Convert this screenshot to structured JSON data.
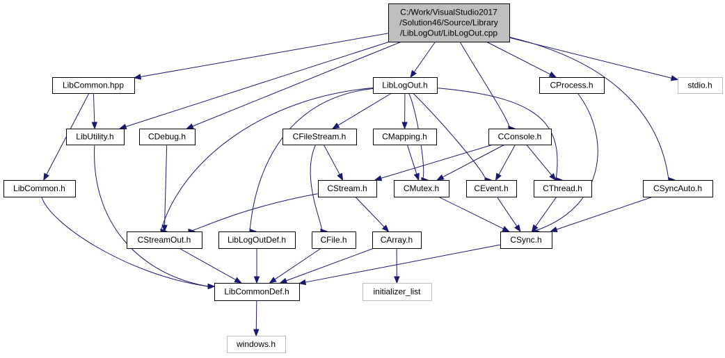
{
  "colors": {
    "edge": "#191970",
    "root_fill": "#bfbfbf",
    "node_fill": "#ffffff",
    "node_border": "#000000",
    "external_border": "#bfbfbf"
  },
  "nodes": [
    {
      "id": "root",
      "lines": [
        "C:/Work/VisualStudio2017",
        "/Solution46/Source/Library",
        "/LibLogOut/LibLogOut.cpp"
      ],
      "style": "root"
    },
    {
      "id": "libcommon_hpp",
      "lines": [
        "LibCommon.hpp"
      ],
      "style": "normal"
    },
    {
      "id": "liblogout_h",
      "lines": [
        "LibLogOut.h"
      ],
      "style": "normal"
    },
    {
      "id": "cprocess_h",
      "lines": [
        "CProcess.h"
      ],
      "style": "normal"
    },
    {
      "id": "stdio_h",
      "lines": [
        "stdio.h"
      ],
      "style": "external"
    },
    {
      "id": "libutility_h",
      "lines": [
        "LibUtility.h"
      ],
      "style": "normal"
    },
    {
      "id": "cdebug_h",
      "lines": [
        "CDebug.h"
      ],
      "style": "normal"
    },
    {
      "id": "cfilestream_h",
      "lines": [
        "CFileStream.h"
      ],
      "style": "normal"
    },
    {
      "id": "cmapping_h",
      "lines": [
        "CMapping.h"
      ],
      "style": "normal"
    },
    {
      "id": "cconsole_h",
      "lines": [
        "CConsole.h"
      ],
      "style": "normal"
    },
    {
      "id": "libcommon_h",
      "lines": [
        "LibCommon.h"
      ],
      "style": "normal"
    },
    {
      "id": "cstream_h",
      "lines": [
        "CStream.h"
      ],
      "style": "normal"
    },
    {
      "id": "cmutex_h",
      "lines": [
        "CMutex.h"
      ],
      "style": "normal"
    },
    {
      "id": "cevent_h",
      "lines": [
        "CEvent.h"
      ],
      "style": "normal"
    },
    {
      "id": "cthread_h",
      "lines": [
        "CThread.h"
      ],
      "style": "normal"
    },
    {
      "id": "csyncauto_h",
      "lines": [
        "CSyncAuto.h"
      ],
      "style": "normal"
    },
    {
      "id": "cstreamout_h",
      "lines": [
        "CStreamOut.h"
      ],
      "style": "normal"
    },
    {
      "id": "liblogoutdef_h",
      "lines": [
        "LibLogOutDef.h"
      ],
      "style": "normal"
    },
    {
      "id": "cfile_h",
      "lines": [
        "CFile.h"
      ],
      "style": "normal"
    },
    {
      "id": "carray_h",
      "lines": [
        "CArray.h"
      ],
      "style": "normal"
    },
    {
      "id": "csync_h",
      "lines": [
        "CSync.h"
      ],
      "style": "normal"
    },
    {
      "id": "libcommondef_h",
      "lines": [
        "LibCommonDef.h"
      ],
      "style": "normal"
    },
    {
      "id": "initializer_list",
      "lines": [
        "initializer_list"
      ],
      "style": "external"
    },
    {
      "id": "windows_h",
      "lines": [
        "windows.h"
      ],
      "style": "external"
    }
  ],
  "edges": [
    {
      "from": "root",
      "to": "libcommon_hpp"
    },
    {
      "from": "root",
      "to": "libutility_h"
    },
    {
      "from": "root",
      "to": "cdebug_h"
    },
    {
      "from": "root",
      "to": "liblogout_h"
    },
    {
      "from": "root",
      "to": "cconsole_h"
    },
    {
      "from": "root",
      "to": "cprocess_h"
    },
    {
      "from": "root",
      "to": "csyncauto_h"
    },
    {
      "from": "root",
      "to": "stdio_h"
    },
    {
      "from": "libcommon_hpp",
      "to": "libutility_h"
    },
    {
      "from": "libcommon_hpp",
      "to": "libcommon_h"
    },
    {
      "from": "liblogout_h",
      "to": "cfilestream_h"
    },
    {
      "from": "liblogout_h",
      "to": "cmapping_h"
    },
    {
      "from": "liblogout_h",
      "to": "cstreamout_h"
    },
    {
      "from": "liblogout_h",
      "to": "liblogoutdef_h"
    },
    {
      "from": "liblogout_h",
      "to": "cmutex_h"
    },
    {
      "from": "liblogout_h",
      "to": "cevent_h"
    },
    {
      "from": "liblogout_h",
      "to": "cthread_h"
    },
    {
      "from": "cprocess_h",
      "to": "csync_h"
    },
    {
      "from": "libutility_h",
      "to": "libcommondef_h"
    },
    {
      "from": "cdebug_h",
      "to": "cstreamout_h"
    },
    {
      "from": "cfilestream_h",
      "to": "cstream_h"
    },
    {
      "from": "cfilestream_h",
      "to": "cfile_h"
    },
    {
      "from": "cmapping_h",
      "to": "cmutex_h"
    },
    {
      "from": "cconsole_h",
      "to": "cstream_h"
    },
    {
      "from": "cconsole_h",
      "to": "cmutex_h"
    },
    {
      "from": "cconsole_h",
      "to": "cevent_h"
    },
    {
      "from": "cconsole_h",
      "to": "cthread_h"
    },
    {
      "from": "libcommon_h",
      "to": "libcommondef_h"
    },
    {
      "from": "cstream_h",
      "to": "cstreamout_h"
    },
    {
      "from": "cstream_h",
      "to": "carray_h"
    },
    {
      "from": "cmutex_h",
      "to": "csync_h"
    },
    {
      "from": "cevent_h",
      "to": "csync_h"
    },
    {
      "from": "cthread_h",
      "to": "csync_h"
    },
    {
      "from": "csyncauto_h",
      "to": "csync_h"
    },
    {
      "from": "cstreamout_h",
      "to": "libcommondef_h"
    },
    {
      "from": "liblogoutdef_h",
      "to": "libcommondef_h"
    },
    {
      "from": "cfile_h",
      "to": "libcommondef_h"
    },
    {
      "from": "carray_h",
      "to": "libcommondef_h"
    },
    {
      "from": "carray_h",
      "to": "initializer_list"
    },
    {
      "from": "csync_h",
      "to": "libcommondef_h"
    },
    {
      "from": "libcommondef_h",
      "to": "windows_h"
    }
  ]
}
